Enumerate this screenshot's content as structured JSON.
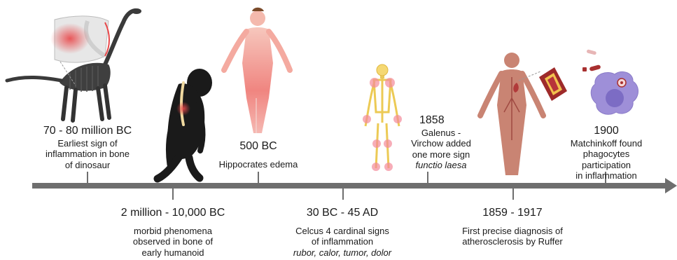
{
  "events": [
    {
      "date": "70 - 80 million BC",
      "desc_lines": [
        "Earliest sign of",
        "inflammation in bone",
        "of dinosaur"
      ]
    },
    {
      "date": "2 million - 10,000 BC",
      "desc_lines": [
        "morbid phenomena",
        "observed in bone of",
        "early humanoid"
      ]
    },
    {
      "date": "500 BC",
      "desc_lines": [
        "Hippocrates edema"
      ]
    },
    {
      "date": "30 BC - 45 AD",
      "desc_lines": [
        "Celcus 4 cardinal signs",
        "of inflammation"
      ],
      "italic": "rubor, calor, tumor, dolor"
    },
    {
      "date": "1858",
      "desc_lines": [
        "Galenus -",
        "Virchow added",
        "one more sign"
      ],
      "italic": "functio laesa"
    },
    {
      "date": "1859 - 1917",
      "desc_lines": [
        "First precise diagnosis of",
        "atherosclerosis by Ruffer"
      ]
    },
    {
      "date": "1900",
      "desc_lines": [
        "Matchinkoff found",
        "phagocytes participation",
        "in inflammation"
      ]
    }
  ],
  "icons": [
    "dinosaur-skeleton-icon",
    "bone-closeup-icon",
    "early-humanoid-icon",
    "human-body-edema-icon",
    "human-skeleton-icon",
    "human-body-vessels-icon",
    "artery-plaque-icon",
    "macrophage-cell-icon"
  ],
  "colors": {
    "timeline": "#6e6e6e",
    "inflammation": "#e8484a",
    "skin": "#f2a09a",
    "bone": "#f0d060",
    "body_tan": "#c98473"
  }
}
